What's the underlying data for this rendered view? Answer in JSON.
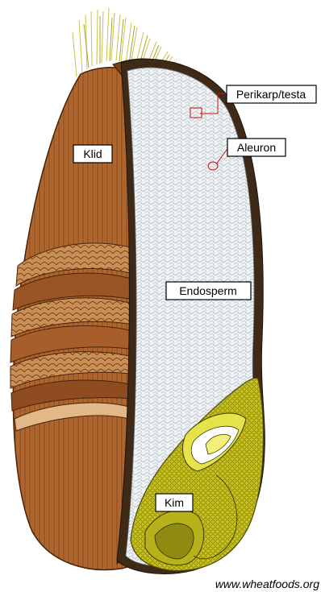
{
  "labels": {
    "perikarp": "Perikarp/testa",
    "aleuron": "Aleuron",
    "klid": "Klid",
    "endosperm": "Endosperm",
    "kim": "Kim"
  },
  "credit": "www.wheatfoods.org",
  "colors": {
    "bran": "#b36a30",
    "bran_dark": "#6e3712",
    "endosperm": "#eef2f4",
    "germ": "#c7c31a",
    "germ_dark": "#5e5a0a",
    "hairs": "#c8c24a",
    "leader": "#d01010"
  }
}
